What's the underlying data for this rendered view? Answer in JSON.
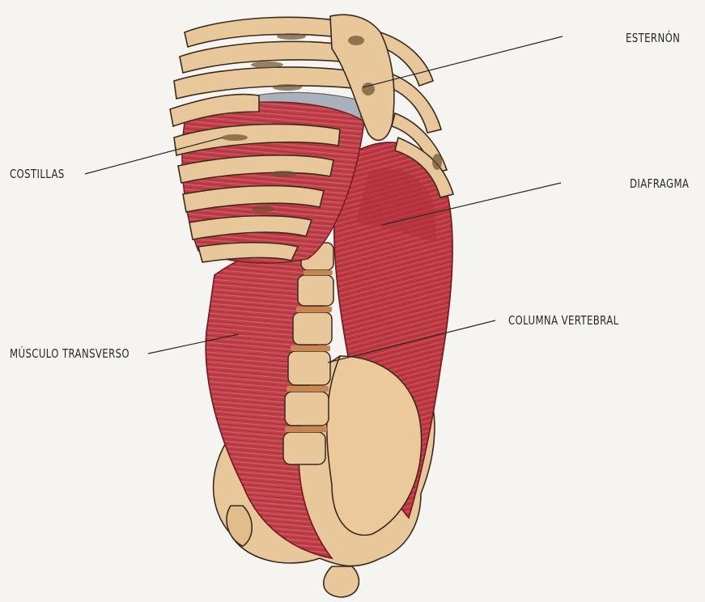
{
  "labels": {
    "esternon": "ESTERNÓN",
    "costillas": "COSTILLAS",
    "diafragma": "DIAFRAGMA",
    "columna": "COLUMNA VERTEBRAL",
    "transverso": "MÚSCULO TRANSVERSO"
  },
  "colors": {
    "bone": "#e8c79a",
    "bone_shade": "#cfa872",
    "muscle": "#b8323c",
    "muscle_light": "#d25a60",
    "pleura": "#9aa4ad",
    "leader_line": "#2a2624",
    "background": "#f6f4f1"
  }
}
